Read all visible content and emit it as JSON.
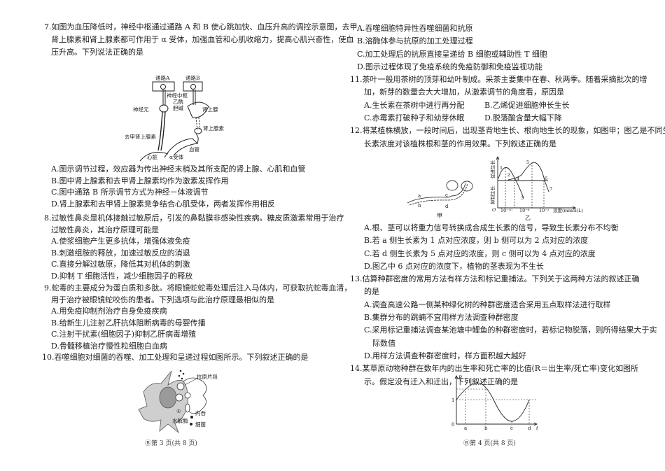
{
  "q7": {
    "stem": [
      "7.如图为血压降低时，神经中枢通过通路 A 和 B 使心跳加快、血压升高的调控示意图，去甲",
      "肾上腺素和肾上腺素都可作用于 α 受体，加强血管和心肌收缩力，提高心肌兴奋性，使血",
      "压升高。下列说法正确的是"
    ],
    "figure": {
      "path_a": "通路A",
      "path_b": "通路B",
      "center": "神经中枢",
      "ach1": "乙酰",
      "ach2": "胆碱",
      "neuron": "神经元",
      "adrenal": "肾上腺",
      "epinephrine": "肾上腺素",
      "norepinephrine": "去甲肾上腺素",
      "vessel": "血管",
      "heart": "心脏",
      "receptor": "α受体"
    },
    "options": [
      "A.图示调节过程，效应器为传出神经末梢及其所支配的肾上腺、心肌和血管",
      "B.图中肾上腺素和去甲肾上腺素均作为激素发挥作用",
      "C.图中通路 B 所示调节方式为神经－体液调节",
      "D.肾上腺素和去甲肾上腺素竞争结合心肌受体，两者发挥作用相反"
    ]
  },
  "q8": {
    "stem": [
      "8.过敏性鼻炎是机体接触过敏原后，引发的鼻黏膜非感染性疾病。糖皮质激素常用于治疗",
      "过敏性鼻炎，其治疗原理可能是"
    ],
    "options": [
      "A.使浆细胞产生更多抗体，增强体液免疫",
      "B.刺激组胺的释放，加速过敏反应的消退",
      "C.直接分解过敏原，降低其对机体的刺激",
      "D.抑制 T 细胞活性，减少细胞因子的释放"
    ]
  },
  "q9": {
    "stem": [
      "9.蛇毒的主要成分为蛋白质和多肽。将眼镜蛇蛇毒处理后注入马体内，可获取抗蛇毒血清，",
      "用于治疗被眼镜蛇咬伤的患者。下列选项与此治疗原理最相似的是"
    ],
    "options": [
      "A.用免疫抑制剂治疗自身免疫疾病",
      "B.给新生儿注射乙肝抗体阻断病毒的母婴传播",
      "C.注射干扰素(细胞因子)抑制乙肝病毒增殖",
      "D.骨髓移植治疗慢性粒细胞白血病"
    ]
  },
  "q10": {
    "stem": [
      "10.吞噬细胞对细菌的吞噬、加工处理和呈递过程如图所示。下列叙述正确的是"
    ],
    "figure": {
      "antigen": "抗原片段",
      "circle1": "①",
      "endocytosis": "内吞",
      "hydrolase": "水解酶",
      "bacteria": "细菌"
    },
    "options": [
      "A.吞噬细胞特异性吞噬细菌和抗原",
      "B.溶酶体参与抗原的加工处理过程",
      "C.加工处理后的抗原直接呈递给 B 细胞或辅助性 T 细胞",
      "D.图示过程体现了免疫系统的免疫防御和免疫监视功能"
    ]
  },
  "q11": {
    "stem": [
      "11.茶叶一般用茶树的顶芽和幼叶制成。采茶主要集中在春、秋两季。随着采摘批次的增",
      "加，新芽的数量会大大增加，从激素调节的角度看，原因是"
    ],
    "options": [
      "A.生长素在茶树中进行再分配",
      "B.乙烯促进细胞伸长生长",
      "C.赤霉素打破种子和幼芽休眠",
      "D.脱落酸含量大幅下降"
    ]
  },
  "q12": {
    "stem": [
      "12.将某植株横放，一段时间后，出现茎背地生长、根向地生长的现象，如图甲；图乙是不同生",
      "长素浓度对该植株根和茎的作用效果。下列叙述正确的是"
    ],
    "figure": {
      "label_jia": "甲",
      "label_yi": "乙",
      "a": "a",
      "b": "b",
      "c": "c",
      "d": "d",
      "y_up": "促进生长",
      "y_down": "抑制生长",
      "origin": "O",
      "ticks": [
        "10⁻¹⁰",
        "10⁻⁶",
        "10⁻²"
      ],
      "xlabel": "浓度(mmol/L)",
      "points": [
        "1",
        "2",
        "3",
        "4",
        "5",
        "6",
        "7"
      ]
    },
    "options": [
      "A.根、茎可以将重力信号转换成合成生长素的信号，导致生长素分布不均衡",
      "B.若 a 侧生长素为 1 点对应浓度，则 b 侧可以为 2 点对应的浓度",
      "C.若 d 侧生长素为 5 点对应的浓度，则 c 侧可以为 4 点对应的浓度",
      "D.图乙中 6 点对应的浓度下，植物的茎表现为不生长"
    ]
  },
  "q13": {
    "stem": [
      "13.估算种群密度的常用方法有样方法和标记重捕法。下列关于这两种方法的叙述正确",
      "的是"
    ],
    "options": [
      "A.调查高速公路一侧某种绿化树的种群密度适合采用五点取样法进行取样",
      "B.集群分布的跳蝻不宜用样方法调查种群密度",
      "C.采用标记重捕法调查某池塘中鲤鱼的种群密度时，若标记物脱落，则所得结果大于实",
      "际数值",
      "D.用样方法调查种群密度时，样方面积越大越好"
    ]
  },
  "q14": {
    "stem": [
      "14.某草原动物种群在数年内的出生率和死亡率的比值(R＝出生率/死亡率)变化如图所",
      "示。假定没有迁入和迁出，下列叙述正确的是"
    ],
    "figure": {
      "ylabel": "R",
      "one": "1",
      "zero": "0",
      "ticks": [
        "a",
        "b",
        "c",
        "d"
      ],
      "xlabel": "t"
    }
  },
  "footer": {
    "left": "Ⓑ第 3 页(共 8 页)",
    "right": "Ⓑ第 4 页(共 8 页)"
  }
}
